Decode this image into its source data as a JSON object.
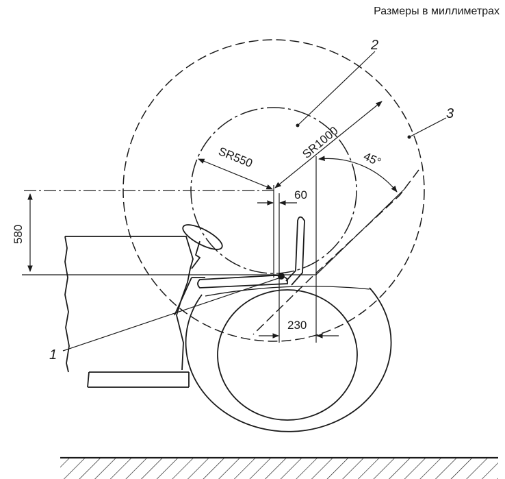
{
  "header": {
    "units_note": "Размеры в миллиметрах"
  },
  "callouts": {
    "c1": "1",
    "c2": "2",
    "c3": "3"
  },
  "dimensions": {
    "inner_radius": "SR550",
    "outer_radius": "SR1000",
    "angle": "45°",
    "offset_small": "60",
    "offset_large": "230",
    "height": "580"
  }
}
